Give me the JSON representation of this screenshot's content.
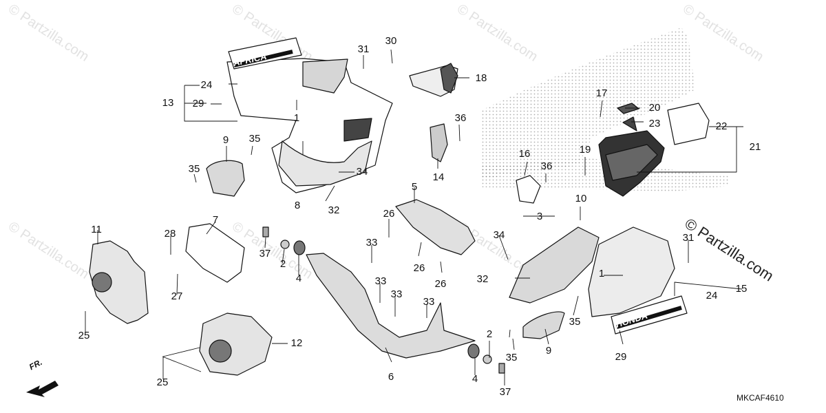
{
  "diagram": {
    "code": "MKCAF4610",
    "direction_label": "FR.",
    "watermark": "© Partzilla.com",
    "emblem_text": "HONDA",
    "badge_text": "AFRICA",
    "callouts": [
      {
        "id": "c1a",
        "text": "1"
      },
      {
        "id": "c1b",
        "text": "1"
      },
      {
        "id": "c2a",
        "text": "2"
      },
      {
        "id": "c2b",
        "text": "2"
      },
      {
        "id": "c3",
        "text": "3"
      },
      {
        "id": "c4a",
        "text": "4"
      },
      {
        "id": "c4b",
        "text": "4"
      },
      {
        "id": "c5",
        "text": "5"
      },
      {
        "id": "c6",
        "text": "6"
      },
      {
        "id": "c7",
        "text": "7"
      },
      {
        "id": "c8",
        "text": "8"
      },
      {
        "id": "c9a",
        "text": "9"
      },
      {
        "id": "c9b",
        "text": "9"
      },
      {
        "id": "c10",
        "text": "10"
      },
      {
        "id": "c11",
        "text": "11"
      },
      {
        "id": "c12",
        "text": "12"
      },
      {
        "id": "c13",
        "text": "13"
      },
      {
        "id": "c14",
        "text": "14"
      },
      {
        "id": "c15",
        "text": "15"
      },
      {
        "id": "c16",
        "text": "16"
      },
      {
        "id": "c17",
        "text": "17"
      },
      {
        "id": "c18",
        "text": "18"
      },
      {
        "id": "c19",
        "text": "19"
      },
      {
        "id": "c20",
        "text": "20"
      },
      {
        "id": "c21",
        "text": "21"
      },
      {
        "id": "c22",
        "text": "22"
      },
      {
        "id": "c23",
        "text": "23"
      },
      {
        "id": "c24a",
        "text": "24"
      },
      {
        "id": "c24b",
        "text": "24"
      },
      {
        "id": "c25a",
        "text": "25"
      },
      {
        "id": "c25b",
        "text": "25"
      },
      {
        "id": "c26a",
        "text": "26"
      },
      {
        "id": "c26b",
        "text": "26"
      },
      {
        "id": "c26c",
        "text": "26"
      },
      {
        "id": "c27",
        "text": "27"
      },
      {
        "id": "c28",
        "text": "28"
      },
      {
        "id": "c29a",
        "text": "29"
      },
      {
        "id": "c29b",
        "text": "29"
      },
      {
        "id": "c30",
        "text": "30"
      },
      {
        "id": "c31a",
        "text": "31"
      },
      {
        "id": "c31b",
        "text": "31"
      },
      {
        "id": "c32a",
        "text": "32"
      },
      {
        "id": "c32b",
        "text": "32"
      },
      {
        "id": "c33a",
        "text": "33"
      },
      {
        "id": "c33b",
        "text": "33"
      },
      {
        "id": "c33c",
        "text": "33"
      },
      {
        "id": "c33d",
        "text": "33"
      },
      {
        "id": "c34a",
        "text": "34"
      },
      {
        "id": "c34b",
        "text": "34"
      },
      {
        "id": "c35a",
        "text": "35"
      },
      {
        "id": "c35b",
        "text": "35"
      },
      {
        "id": "c35c",
        "text": "35"
      },
      {
        "id": "c35d",
        "text": "35"
      },
      {
        "id": "c36a",
        "text": "36"
      },
      {
        "id": "c36b",
        "text": "36"
      },
      {
        "id": "c37a",
        "text": "37"
      },
      {
        "id": "c37b",
        "text": "37"
      }
    ]
  }
}
